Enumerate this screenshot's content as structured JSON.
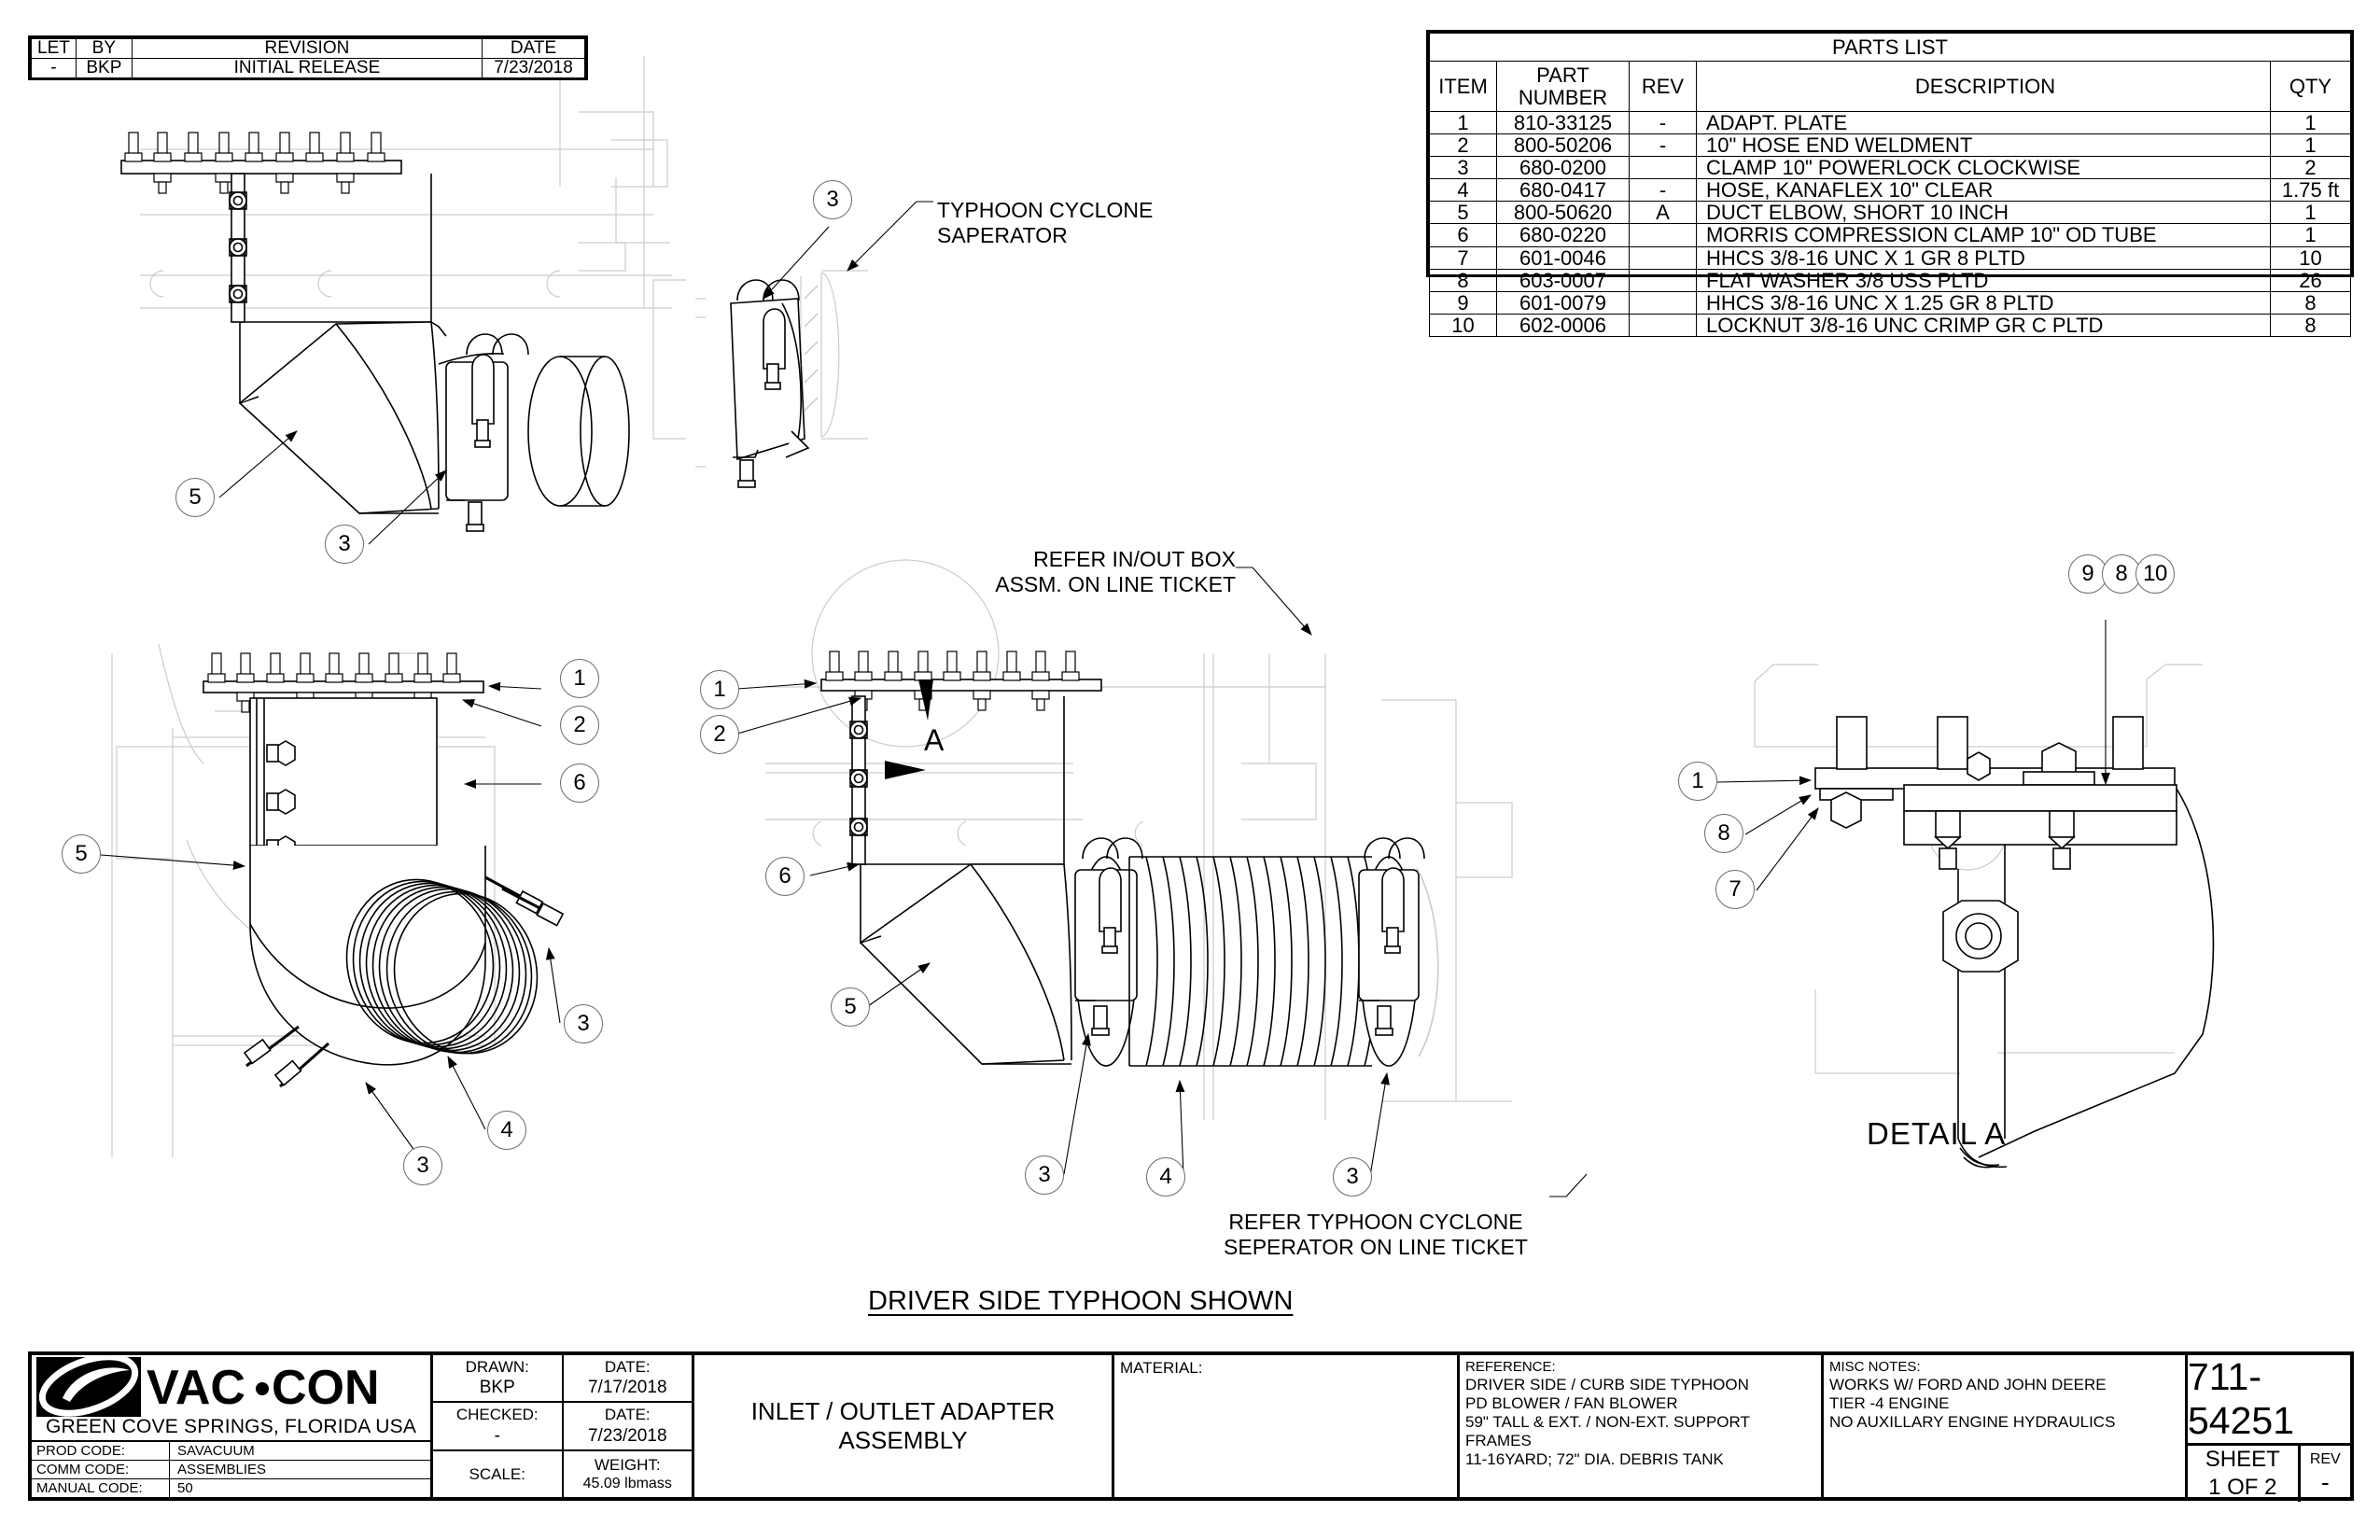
{
  "revision_block": {
    "headers": [
      "LET",
      "BY",
      "REVISION",
      "DATE"
    ],
    "rows": [
      {
        "let": "-",
        "by": "BKP",
        "revision": "INITIAL RELEASE",
        "date": "7/23/2018"
      }
    ]
  },
  "parts_list": {
    "title": "PARTS LIST",
    "headers": {
      "item": "ITEM",
      "part_number_line1": "PART",
      "part_number_line2": "NUMBER",
      "rev": "REV",
      "description": "DESCRIPTION",
      "qty": "QTY"
    },
    "rows": [
      {
        "item": "1",
        "part_number": "810-33125",
        "rev": "-",
        "description": "ADAPT. PLATE",
        "qty": "1"
      },
      {
        "item": "2",
        "part_number": "800-50206",
        "rev": "-",
        "description": "10\" HOSE END WELDMENT",
        "qty": "1"
      },
      {
        "item": "3",
        "part_number": "680-0200",
        "rev": "",
        "description": "CLAMP 10\" POWERLOCK CLOCKWISE",
        "qty": "2"
      },
      {
        "item": "4",
        "part_number": "680-0417",
        "rev": "-",
        "description": "HOSE, KANAFLEX 10\" CLEAR",
        "qty": "1.75 ft"
      },
      {
        "item": "5",
        "part_number": "800-50620",
        "rev": "A",
        "description": "DUCT ELBOW, SHORT 10 INCH",
        "qty": "1"
      },
      {
        "item": "6",
        "part_number": "680-0220",
        "rev": "",
        "description": "MORRIS COMPRESSION CLAMP 10\" OD TUBE",
        "qty": "1"
      },
      {
        "item": "7",
        "part_number": "601-0046",
        "rev": "",
        "description": "HHCS 3/8-16 UNC X 1 GR 8 PLTD",
        "qty": "10"
      },
      {
        "item": "8",
        "part_number": "603-0007",
        "rev": "",
        "description": "FLAT WASHER 3/8 USS PLTD",
        "qty": "26"
      },
      {
        "item": "9",
        "part_number": "601-0079",
        "rev": "",
        "description": "HHCS 3/8-16 UNC X 1.25 GR 8 PLTD",
        "qty": "8"
      },
      {
        "item": "10",
        "part_number": "602-0006",
        "rev": "",
        "description": "LOCKNUT 3/8-16 UNC CRIMP GR C PLTD",
        "qty": "8"
      }
    ]
  },
  "annotations": {
    "typhoon_cyclone_saperator": "TYPHOON CYCLONE\nSAPERATOR",
    "refer_in_out_box": "REFER IN/OUT BOX\nASSM. ON LINE TICKET",
    "refer_typhoon_cyclone": "REFER TYPHOON CYCLONE\nSEPERATOR ON LINE TICKET",
    "main_caption": "DRIVER SIDE TYPHOON SHOWN",
    "detail_a_label": "DETAIL  A",
    "section_a_letter": "A"
  },
  "balloons": {
    "view_top_left": [
      {
        "label": "5"
      },
      {
        "label": "3"
      }
    ],
    "view_top_middle": [
      {
        "label": "3"
      }
    ],
    "view_mid_left": [
      {
        "label": "1"
      },
      {
        "label": "2"
      },
      {
        "label": "6"
      },
      {
        "label": "5"
      },
      {
        "label": "3"
      },
      {
        "label": "4"
      },
      {
        "label": "3"
      }
    ],
    "view_mid_center": [
      {
        "label": "1"
      },
      {
        "label": "2"
      },
      {
        "label": "6"
      },
      {
        "label": "5"
      },
      {
        "label": "3"
      },
      {
        "label": "4"
      },
      {
        "label": "3"
      }
    ],
    "view_detail_a": [
      {
        "label": "9"
      },
      {
        "label": "8"
      },
      {
        "label": "10"
      },
      {
        "label": "1"
      },
      {
        "label": "8"
      },
      {
        "label": "7"
      }
    ]
  },
  "title_block": {
    "company_city": "GREEN COVE SPRINGS, FLORIDA USA",
    "company_name": "VAC·CON",
    "prod_code_label": "PROD CODE:",
    "prod_code_value": "SAVACUUM",
    "comm_code_label": "COMM CODE:",
    "comm_code_value": "ASSEMBLIES",
    "manual_code_label": "MANUAL CODE:",
    "manual_code_value": "50",
    "drawn_label": "DRAWN:",
    "drawn_value": "BKP",
    "drawn_date_label": "DATE:",
    "drawn_date_value": "7/17/2018",
    "checked_label": "CHECKED:",
    "checked_value": "-",
    "checked_date_label": "DATE:",
    "checked_date_value": "7/23/2018",
    "scale_label": "SCALE:",
    "scale_value": "",
    "weight_label": "WEIGHT:",
    "weight_value": "45.09 lbmass",
    "drawing_title": "INLET / OUTLET ADAPTER ASSEMBLY",
    "material_label": "MATERIAL:",
    "material_value": "",
    "reference_label": "REFERENCE:",
    "reference_value": "DRIVER SIDE / CURB SIDE TYPHOON\nPD BLOWER / FAN BLOWER\n59\" TALL & EXT. / NON-EXT. SUPPORT\nFRAMES\n11-16YARD; 72\" DIA. DEBRIS TANK",
    "misc_notes_label": "MISC NOTES:",
    "misc_notes_value": "WORKS W/ FORD AND JOHN DEERE\nTIER -4 ENGINE\nNO AUXILLARY ENGINE HYDRAULICS",
    "drawing_number": "711-54251",
    "sheet_label": "SHEET",
    "sheet_value": "1  OF 2",
    "rev_label": "REV",
    "rev_value": "-"
  }
}
